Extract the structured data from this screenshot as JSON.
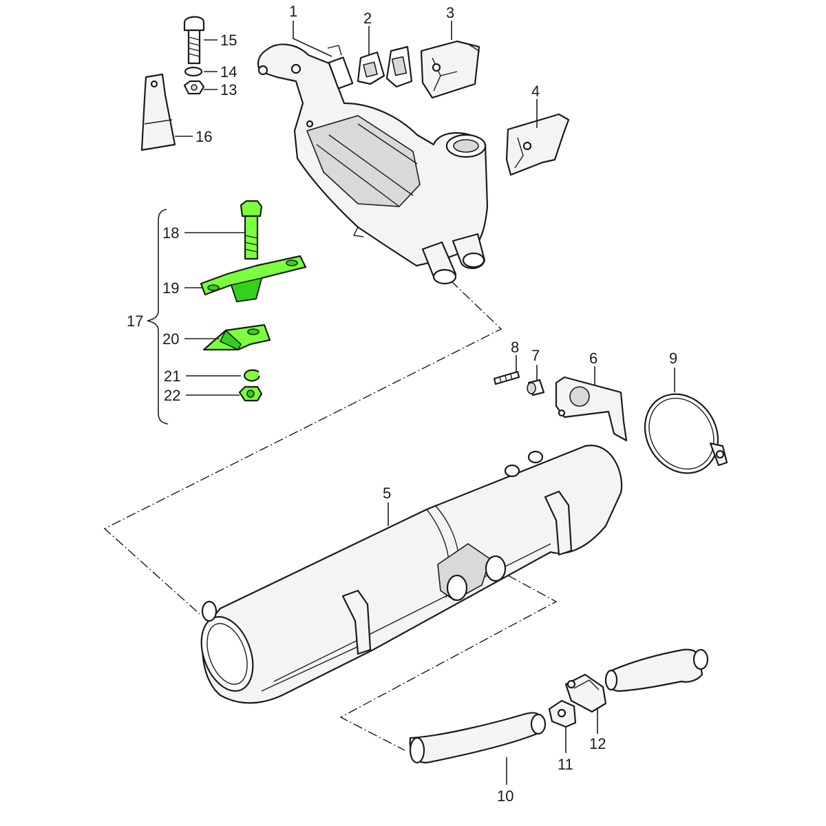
{
  "labels": {
    "p1": "1",
    "p2": "2",
    "p3": "3",
    "p4": "4",
    "p5": "5",
    "p6": "6",
    "p7": "7",
    "p8": "8",
    "p9": "9",
    "p10": "10",
    "p11": "11",
    "p12": "12",
    "p13": "13",
    "p14": "14",
    "p15": "15",
    "p16": "16",
    "p17": "17",
    "p18": "18",
    "p19": "19",
    "p20": "20",
    "p21": "21",
    "p22": "22"
  },
  "colors": {
    "highlight": "#7cff3c",
    "highlight_shade": "#34d11a",
    "line": "#1a1a1a",
    "background": "#ffffff"
  }
}
